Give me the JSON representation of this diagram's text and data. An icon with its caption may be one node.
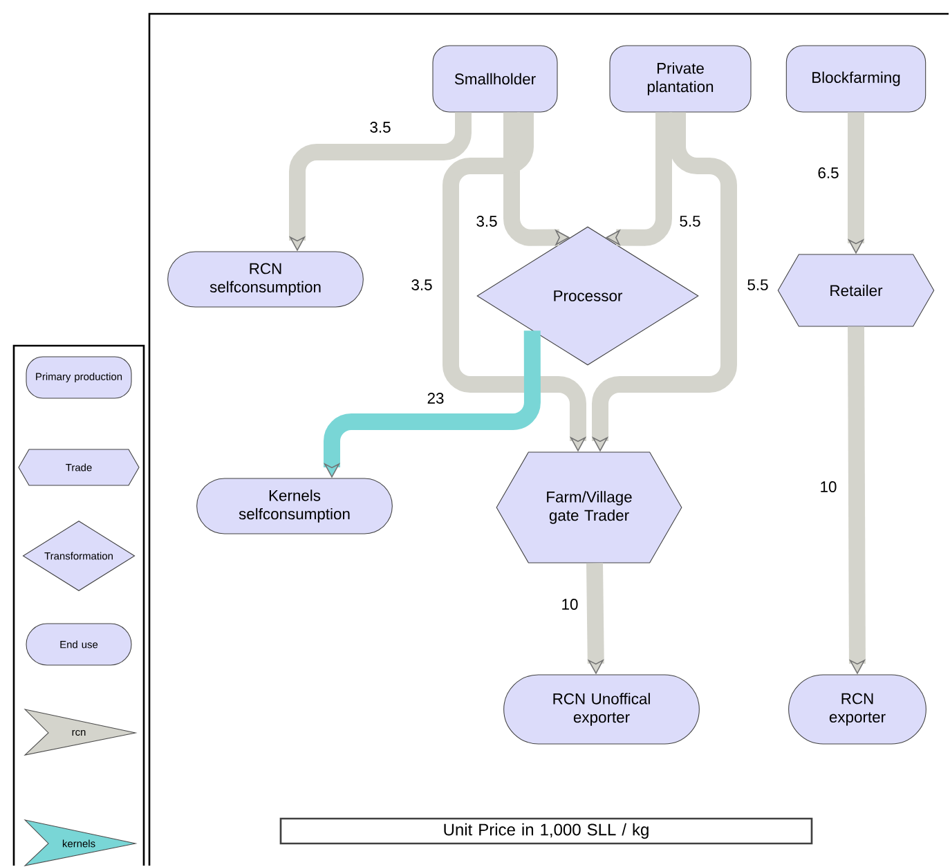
{
  "diagram": {
    "nodes": [
      {
        "text": [
          "Smallholder"
        ]
      },
      {
        "text": [
          "Private plantation"
        ]
      },
      {
        "text": [
          "Blockfarming"
        ]
      },
      {
        "text": [
          "RCN selfconsumption"
        ]
      },
      {
        "text": [
          "Processor"
        ]
      },
      {
        "text": [
          "Retailer"
        ]
      },
      {
        "text": [
          "Kernels selfconsumption"
        ]
      },
      {
        "text": [
          "Farm/Village gate Trader"
        ]
      },
      {
        "text": [
          "RCN Unoffical exporter"
        ]
      },
      {
        "text": [
          "RCN exporter"
        ]
      },
      {
        "text": [
          "Unit Price in 1,000 SLL / kg"
        ]
      }
    ],
    "edges": [
      {
        "from": 0,
        "to": 3,
        "arrow": "to",
        "label": "3.5"
      },
      {
        "from": 0,
        "to": 4,
        "arrow": "to",
        "label": "3.5"
      },
      {
        "from": 0,
        "to": 7,
        "arrow": "to",
        "label": "3.5"
      },
      {
        "from": 1,
        "to": 4,
        "arrow": "to",
        "label": "5.5"
      },
      {
        "from": 1,
        "to": 7,
        "arrow": "to",
        "label": "5.5"
      },
      {
        "from": 2,
        "to": 5,
        "arrow": "to",
        "label": "6.5"
      },
      {
        "from": 4,
        "to": 6,
        "arrow": "to",
        "label": "23",
        "color": "#79d6d6"
      },
      {
        "from": 7,
        "to": 8,
        "arrow": "to",
        "label": "10"
      },
      {
        "from": 5,
        "to": 9,
        "arrow": "to",
        "label": "10"
      }
    ],
    "legend": [
      {
        "text": "Primary production"
      },
      {
        "text": "Trade"
      },
      {
        "text": "Transformation"
      },
      {
        "text": "End use"
      },
      {
        "text": "rcn",
        "color": "#d4d4cc"
      },
      {
        "text": "kernels",
        "color": "#79d6d6"
      }
    ]
  }
}
